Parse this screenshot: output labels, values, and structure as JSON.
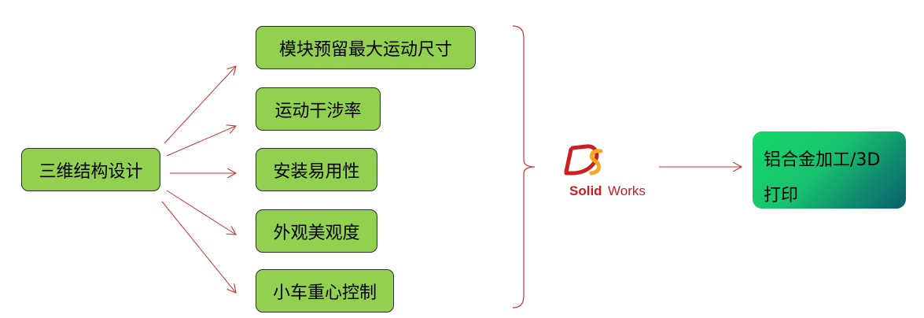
{
  "root": {
    "label": "三维结构设计"
  },
  "considerations": [
    {
      "label": "模块预留最大运动尺寸"
    },
    {
      "label": "运动干涉率"
    },
    {
      "label": "安装易用性"
    },
    {
      "label": "外观美观度"
    },
    {
      "label": "小车重心控制"
    }
  ],
  "tool": {
    "logo_text_bold": "Solid",
    "logo_text_regular": "Works"
  },
  "output": {
    "line1": "铝合金加工/3D",
    "line2": "打印"
  },
  "colors": {
    "node_fill": "#92d050",
    "node_border": "#2f2f2f",
    "connector": "#cc3333",
    "logo_red": "#cc1f1f",
    "logo_orange": "#f4a81d",
    "output_gradient_start": "#14d86a",
    "output_gradient_end": "#0b5f6e"
  },
  "icons": {
    "tool_logo": "solidworks-logo-icon"
  }
}
